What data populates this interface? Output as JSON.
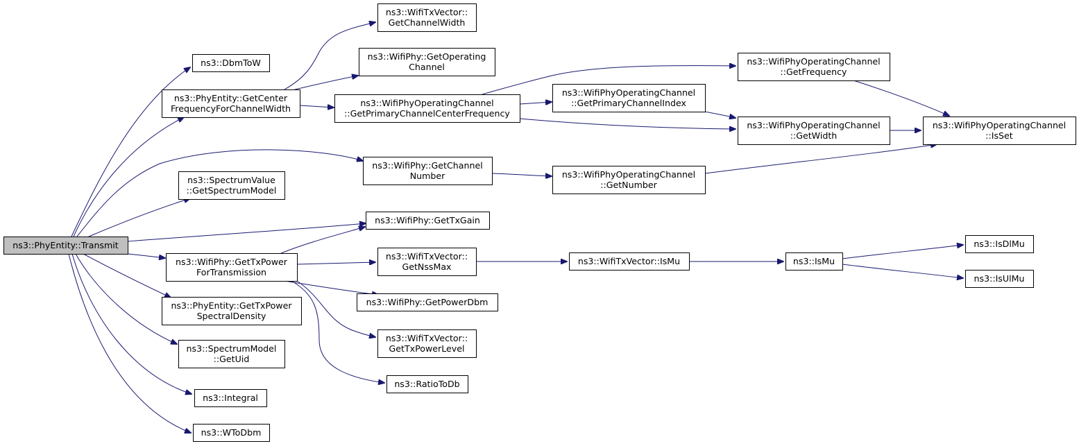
{
  "graph": {
    "edge_color": "#191970",
    "root_fill": "#bfbfbf",
    "node_fill": "#ffffff",
    "nodes": [
      {
        "id": "transmit",
        "lines": [
          "ns3::PhyEntity::Transmit"
        ]
      },
      {
        "id": "dbmtow",
        "lines": [
          "ns3::DbmToW"
        ]
      },
      {
        "id": "getcenter",
        "lines": [
          "ns3::PhyEntity::GetCenter",
          "FrequencyForChannelWidth"
        ]
      },
      {
        "id": "getspectrummodel",
        "lines": [
          "ns3::SpectrumValue",
          "::GetSpectrumModel"
        ]
      },
      {
        "id": "gettxpowerfortx",
        "lines": [
          "ns3::WifiPhy::GetTxPower",
          "ForTransmission"
        ]
      },
      {
        "id": "gettxpowerspectral",
        "lines": [
          "ns3::PhyEntity::GetTxPower",
          "SpectralDensity"
        ]
      },
      {
        "id": "getuid",
        "lines": [
          "ns3::SpectrumModel",
          "::GetUid"
        ]
      },
      {
        "id": "integral",
        "lines": [
          "ns3::Integral"
        ]
      },
      {
        "id": "wtodbm",
        "lines": [
          "ns3::WToDbm"
        ]
      },
      {
        "id": "getchannelwidth",
        "lines": [
          "ns3::WifiTxVector::",
          "GetChannelWidth"
        ]
      },
      {
        "id": "getoperatingchannel",
        "lines": [
          "ns3::WifiPhy::GetOperating",
          "Channel"
        ]
      },
      {
        "id": "getprimarycenter",
        "lines": [
          "ns3::WifiPhyOperatingChannel",
          "::GetPrimaryChannelCenterFrequency"
        ]
      },
      {
        "id": "getchannelnumber",
        "lines": [
          "ns3::WifiPhy::GetChannel",
          "Number"
        ]
      },
      {
        "id": "gettxgain",
        "lines": [
          "ns3::WifiPhy::GetTxGain"
        ]
      },
      {
        "id": "getnssmax",
        "lines": [
          "ns3::WifiTxVector::",
          "GetNssMax"
        ]
      },
      {
        "id": "getpowerdbm",
        "lines": [
          "ns3::WifiPhy::GetPowerDbm"
        ]
      },
      {
        "id": "gettxpowerlevel",
        "lines": [
          "ns3::WifiTxVector::",
          "GetTxPowerLevel"
        ]
      },
      {
        "id": "ratiotodb",
        "lines": [
          "ns3::RatioToDb"
        ]
      },
      {
        "id": "getprimaryindex",
        "lines": [
          "ns3::WifiPhyOperatingChannel",
          "::GetPrimaryChannelIndex"
        ]
      },
      {
        "id": "getnumber",
        "lines": [
          "ns3::WifiPhyOperatingChannel",
          "::GetNumber"
        ]
      },
      {
        "id": "txvectorismu",
        "lines": [
          "ns3::WifiTxVector::IsMu"
        ]
      },
      {
        "id": "getfrequency",
        "lines": [
          "ns3::WifiPhyOperatingChannel",
          "::GetFrequency"
        ]
      },
      {
        "id": "getwidth",
        "lines": [
          "ns3::WifiPhyOperatingChannel",
          "::GetWidth"
        ]
      },
      {
        "id": "ismu",
        "lines": [
          "ns3::IsMu"
        ]
      },
      {
        "id": "isset",
        "lines": [
          "ns3::WifiPhyOperatingChannel",
          "::IsSet"
        ]
      },
      {
        "id": "isdlmu",
        "lines": [
          "ns3::IsDlMu"
        ]
      },
      {
        "id": "isulmu",
        "lines": [
          "ns3::IsUlMu"
        ]
      }
    ],
    "edges": [
      [
        "transmit",
        "dbmtow"
      ],
      [
        "transmit",
        "getcenter"
      ],
      [
        "transmit",
        "getchannelnumber"
      ],
      [
        "transmit",
        "getspectrummodel"
      ],
      [
        "transmit",
        "gettxgain"
      ],
      [
        "transmit",
        "gettxpowerfortx"
      ],
      [
        "transmit",
        "gettxpowerspectral"
      ],
      [
        "transmit",
        "getuid"
      ],
      [
        "transmit",
        "integral"
      ],
      [
        "transmit",
        "wtodbm"
      ],
      [
        "getcenter",
        "getchannelwidth"
      ],
      [
        "getcenter",
        "getoperatingchannel"
      ],
      [
        "getcenter",
        "getprimarycenter"
      ],
      [
        "getprimarycenter",
        "getfrequency"
      ],
      [
        "getprimarycenter",
        "getprimaryindex"
      ],
      [
        "getprimarycenter",
        "getwidth"
      ],
      [
        "getprimaryindex",
        "getwidth"
      ],
      [
        "getfrequency",
        "isset"
      ],
      [
        "getwidth",
        "isset"
      ],
      [
        "getchannelnumber",
        "getnumber"
      ],
      [
        "getnumber",
        "isset"
      ],
      [
        "gettxpowerfortx",
        "gettxgain"
      ],
      [
        "gettxpowerfortx",
        "getnssmax"
      ],
      [
        "gettxpowerfortx",
        "getpowerdbm"
      ],
      [
        "gettxpowerfortx",
        "gettxpowerlevel"
      ],
      [
        "gettxpowerfortx",
        "ratiotodb"
      ],
      [
        "getnssmax",
        "txvectorismu"
      ],
      [
        "txvectorismu",
        "ismu"
      ],
      [
        "ismu",
        "isdlmu"
      ],
      [
        "ismu",
        "isulmu"
      ]
    ]
  }
}
